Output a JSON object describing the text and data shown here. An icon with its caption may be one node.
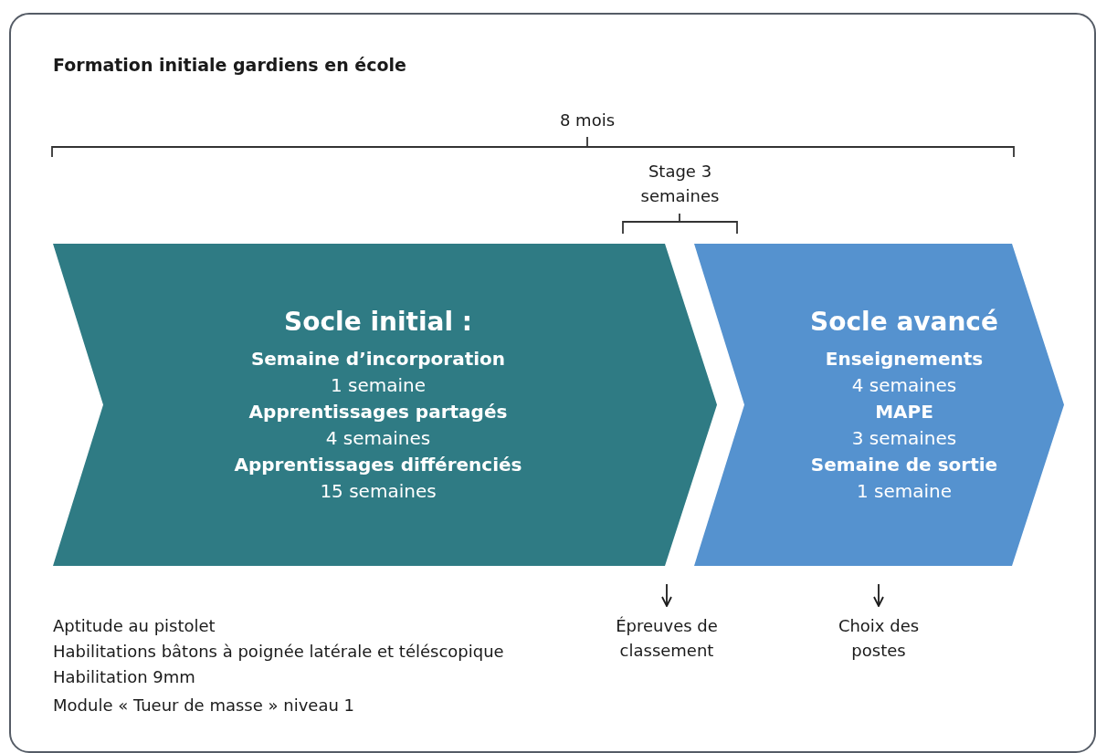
{
  "diagram": {
    "title": "Formation initiale gardiens en école",
    "nodes": [
      {
        "text": [
          "Socle initial :",
          "Semaine d’incorporation",
          "1 semaine",
          "Apprentissages partagés",
          "4 semaines",
          "Apprentissages différenciés",
          "15 semaines"
        ]
      },
      {
        "text": [
          "Socle avancé",
          "Enseignements",
          "4 semaines",
          "MAPE",
          "3 semaines",
          "Semaine de sortie",
          "1 semaine"
        ]
      },
      {
        "text": [
          "Épreuves de classement"
        ]
      },
      {
        "text": [
          "Choix des postes"
        ]
      }
    ],
    "edges": [
      {
        "from": null,
        "to": 2,
        "arrow": "to"
      },
      {
        "from": null,
        "to": 3,
        "arrow": "to"
      }
    ],
    "labels": [
      "8 mois",
      "Stage 3 semaines",
      "Aptitude au pistolet",
      "Habilitations bâtons à poignée latérale et téléscopique",
      "Habilitation 9mm",
      "Module « Tueur de masse » niveau 1"
    ]
  }
}
